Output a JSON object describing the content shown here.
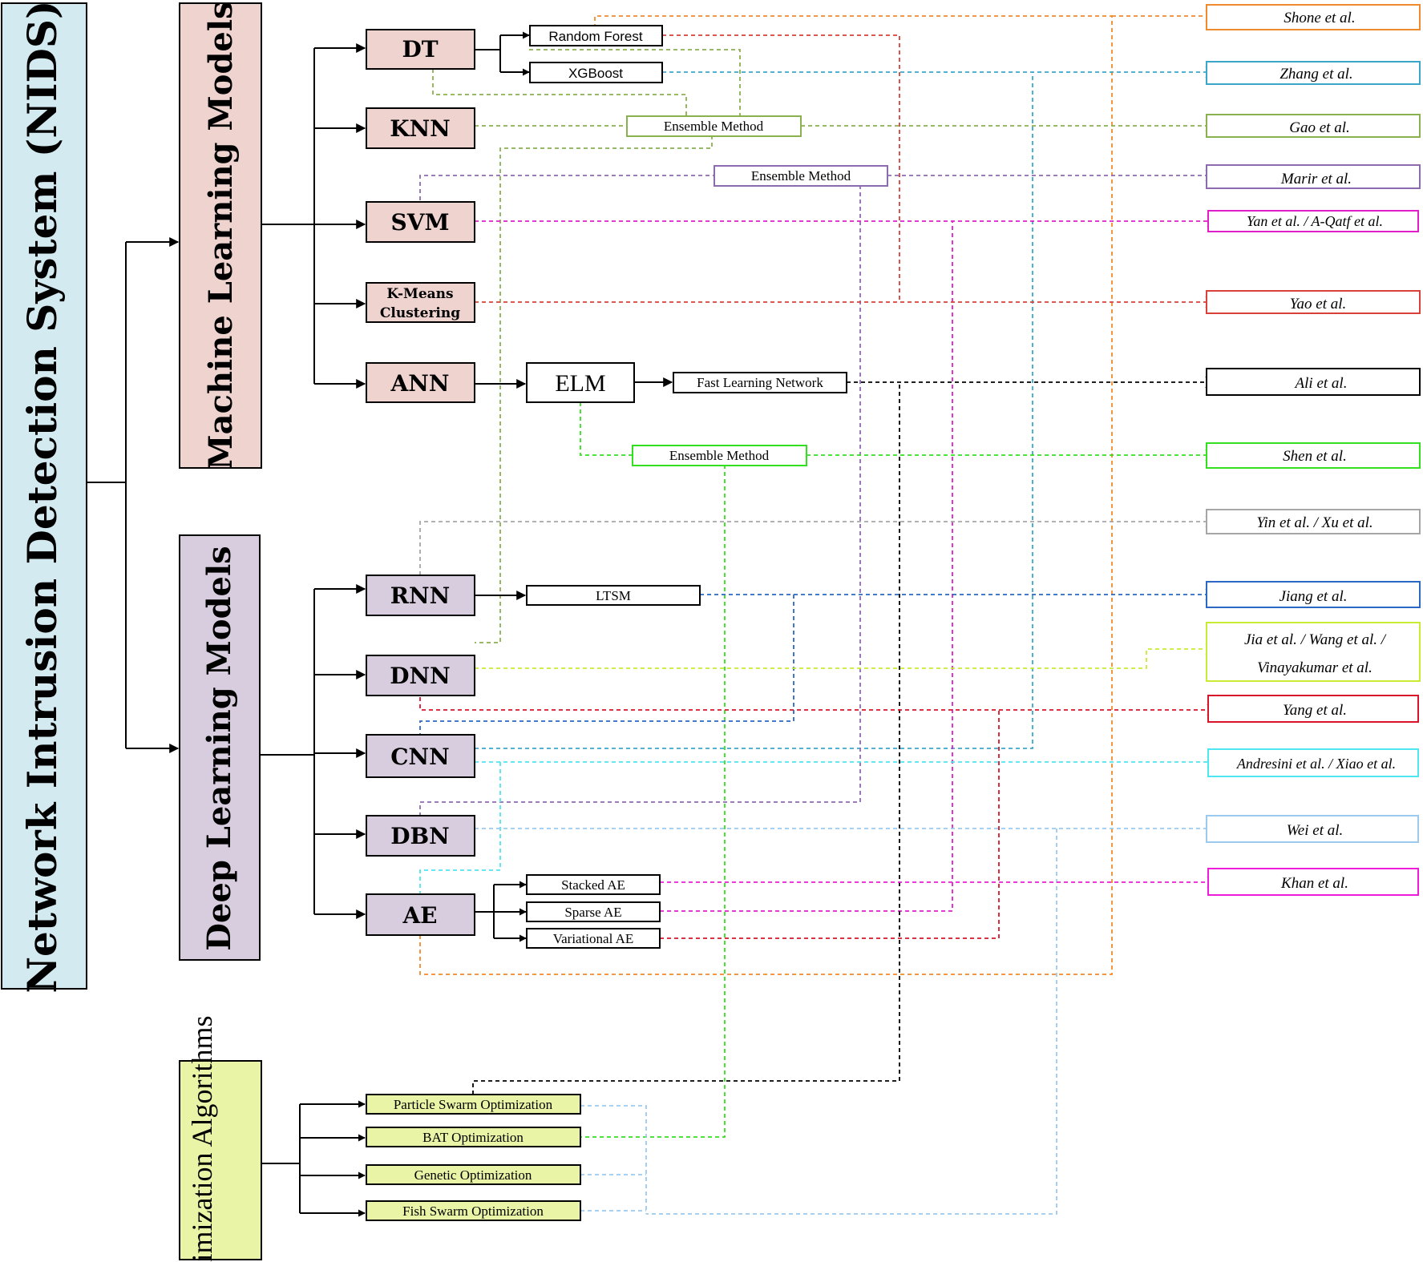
{
  "root": {
    "label": "Network Intrusion Detection System (NIDS)"
  },
  "categories": {
    "ml": "Machine Learning Models",
    "dl": "Deep Learning Models",
    "opt": "Optimization Algorithms"
  },
  "models": {
    "dt": "DT",
    "knn": "KNN",
    "svm": "SVM",
    "kmeans_1": "K-Means",
    "kmeans_2": "Clustering",
    "ann": "ANN",
    "rnn": "RNN",
    "dnn": "DNN",
    "cnn": "CNN",
    "dbn": "DBN",
    "ae": "AE"
  },
  "methods": {
    "random_forest": "Random Forest",
    "xgboost": "XGBoost",
    "ensemble_knn": "Ensemble Method",
    "ensemble_svm": "Ensemble Method",
    "elm": "ELM",
    "fast_learning_network": "Fast Learning Network",
    "ensemble_elm": "Ensemble Method",
    "ltsm": "LTSM",
    "stacked_ae": "Stacked AE",
    "sparse_ae": "Sparse AE",
    "variational_ae": "Variational AE"
  },
  "optimizers": {
    "pso": "Particle Swarm Optimization",
    "bat": "BAT Optimization",
    "genetic": "Genetic Optimization",
    "fish": "Fish Swarm Optimization"
  },
  "citations": {
    "shone": "Shone et al.",
    "zhang": "Zhang et al.",
    "gao": "Gao et al.",
    "marir": "Marir et al.",
    "yan": "Yan et al. /  A-Qatf et al.",
    "yao": "Yao et al.",
    "ali": "Ali et al.",
    "shen": "Shen et al.",
    "yin": "Yin et al. /  Xu et al.",
    "jiang": "Jiang et al.",
    "jia_1": "Jia et al.  /  Wang et al. /",
    "jia_2": "Vinayakumar et al.",
    "yang": "Yang et al.",
    "andresini": "Andresini et al.  /  Xiao et al.",
    "wei": "Wei et al.",
    "khan": "Khan et al."
  },
  "colors": {
    "root_fill": "#d3eaf0",
    "ml_fill": "#eed3cf",
    "dl_fill": "#d8cddf",
    "opt_fill": "#e9f4a6",
    "shone": "#f08a2e",
    "zhang": "#3aa7c9",
    "gao": "#8ab150",
    "marir": "#8d6bb0",
    "yan": "#e01fcb",
    "yao": "#d9403a",
    "ali": "#000000",
    "shen": "#33e01f",
    "yin": "#a6a6a6",
    "jiang": "#2a68c4",
    "jia": "#c8ec33",
    "yang": "#d9142a",
    "andresini": "#4ee6f0",
    "wei": "#9cc9ee",
    "khan": "#ec1cd8"
  }
}
